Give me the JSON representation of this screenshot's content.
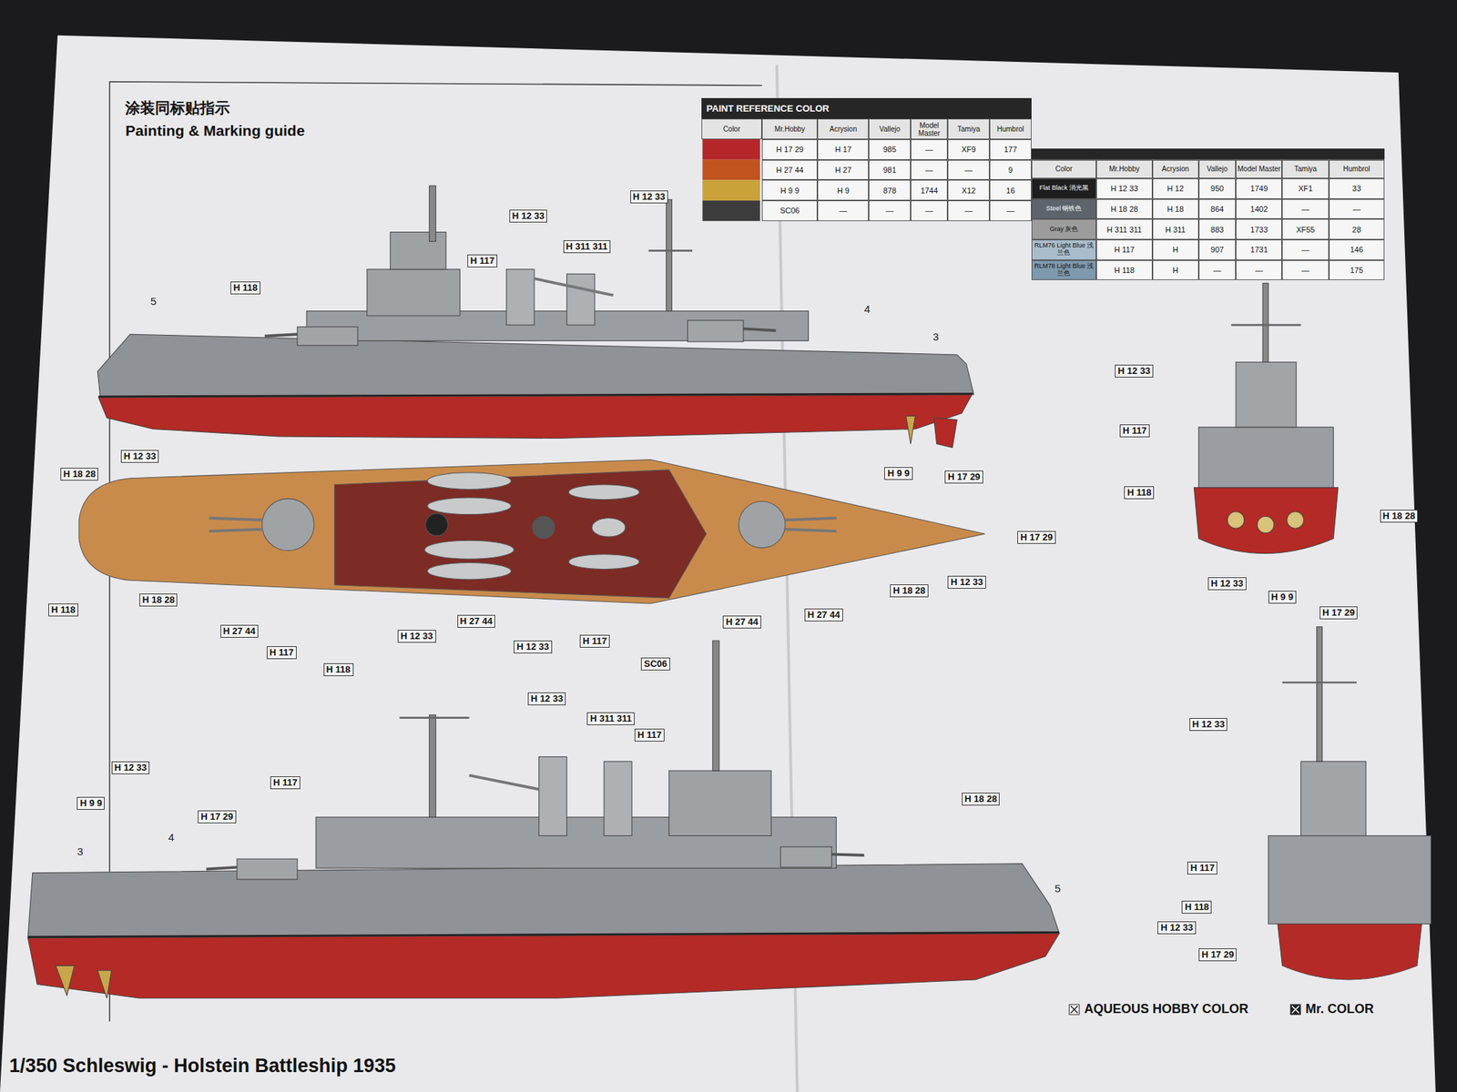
{
  "diagram": {
    "title": "Painting & Marking guide",
    "caption": "1/350 Schleswig - Holstein Battleship 1935",
    "labels": [
      "涂装同标贴指示",
      "5",
      "H 118",
      "H 117",
      "H 12 33",
      "H 311 311",
      "H 12 33",
      "4",
      "3",
      "H 12 33",
      "H 9 9",
      "H 17 29",
      "H 18 28",
      "H 118",
      "H 18 28",
      "H 27 44",
      "H 117",
      "H 118",
      "H 12 33",
      "H 27 44",
      "H 12 33",
      "H 117",
      "SC06",
      "H 27 44",
      "H 27 44",
      "H 18 28",
      "H 12 33",
      "H 17 29",
      "H 12 33",
      "H 311 311",
      "H 117",
      "H 12 33",
      "H 117",
      "H 9 9",
      "H 17 29",
      "3",
      "4",
      "H 18 28",
      "5",
      "H 12 33",
      "H 117",
      "H 118",
      "H 18 28",
      "H 12 33",
      "H 9 9",
      "H 17 29",
      "H 12 33",
      "H 117",
      "H 118",
      "H 12 33",
      "H 17 29",
      "PAINT REFERENCE COLOR",
      "Color",
      "Mr.Hobby",
      "Acrysion",
      "Vallejo",
      "Model Master",
      "Tamiya",
      "Humbrol",
      "H 17 29",
      "H 17",
      "985",
      "—",
      "XF9",
      "177",
      "H 27 44",
      "H 27",
      "981",
      "—",
      "—",
      "9",
      "H 9 9",
      "H 9",
      "878",
      "1744",
      "X12",
      "16",
      "SC06",
      "—",
      "—",
      "—",
      "—",
      "—",
      "Color",
      "Mr.Hobby",
      "Acrysion",
      "Vallejo",
      "Model Master",
      "Tamiya",
      "Humbrol",
      "H 12 33",
      "H 12",
      "950",
      "1749",
      "XF1",
      "33",
      "H 18 28",
      "H 18",
      "864",
      "1402",
      "—",
      "—",
      "H 311 311",
      "H 311",
      "883",
      "1733",
      "XF55",
      "28",
      "H 117",
      "H",
      "907",
      "1731",
      "—",
      "146",
      "H 118",
      "H",
      "—",
      "—",
      "—",
      "175"
    ],
    "legend": [
      {
        "text": "Flat Black 消光黑",
        "color": "#1e1e1e"
      },
      {
        "text": "Steel 钢铁色",
        "color": "#5d646c"
      },
      {
        "text": "Gray 灰色",
        "color": "#9c9c9c"
      },
      {
        "text": "RLM76 Light Blue 浅兰色",
        "color": "#a9bccb"
      },
      {
        "text": "RLM78 Light Blue 浅兰色",
        "color": "#7e98ad"
      },
      {
        "text": "AQUEOUS HOBBY COLOR"
      },
      {
        "text": "Mr. COLOR"
      }
    ]
  }
}
